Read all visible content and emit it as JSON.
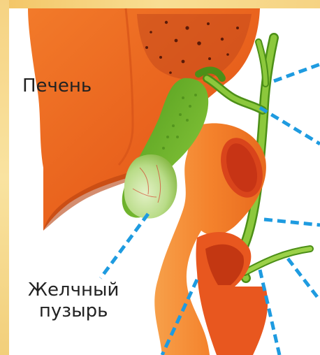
{
  "labels": {
    "liver": "Печень",
    "gallbladder_line1": "Желчный",
    "gallbladder_line2": "пузырь"
  },
  "colors": {
    "frame": "#f6d383",
    "liver": "#ef6a1f",
    "liver_dark": "#c94a14",
    "gallbladder": "#7fbf3a",
    "gallbladder_light": "#cde6a6",
    "duct": "#72b92c",
    "intestine": "#f4822c",
    "intestine_inner": "#e0451d",
    "leader_line": "#1e9be0"
  }
}
